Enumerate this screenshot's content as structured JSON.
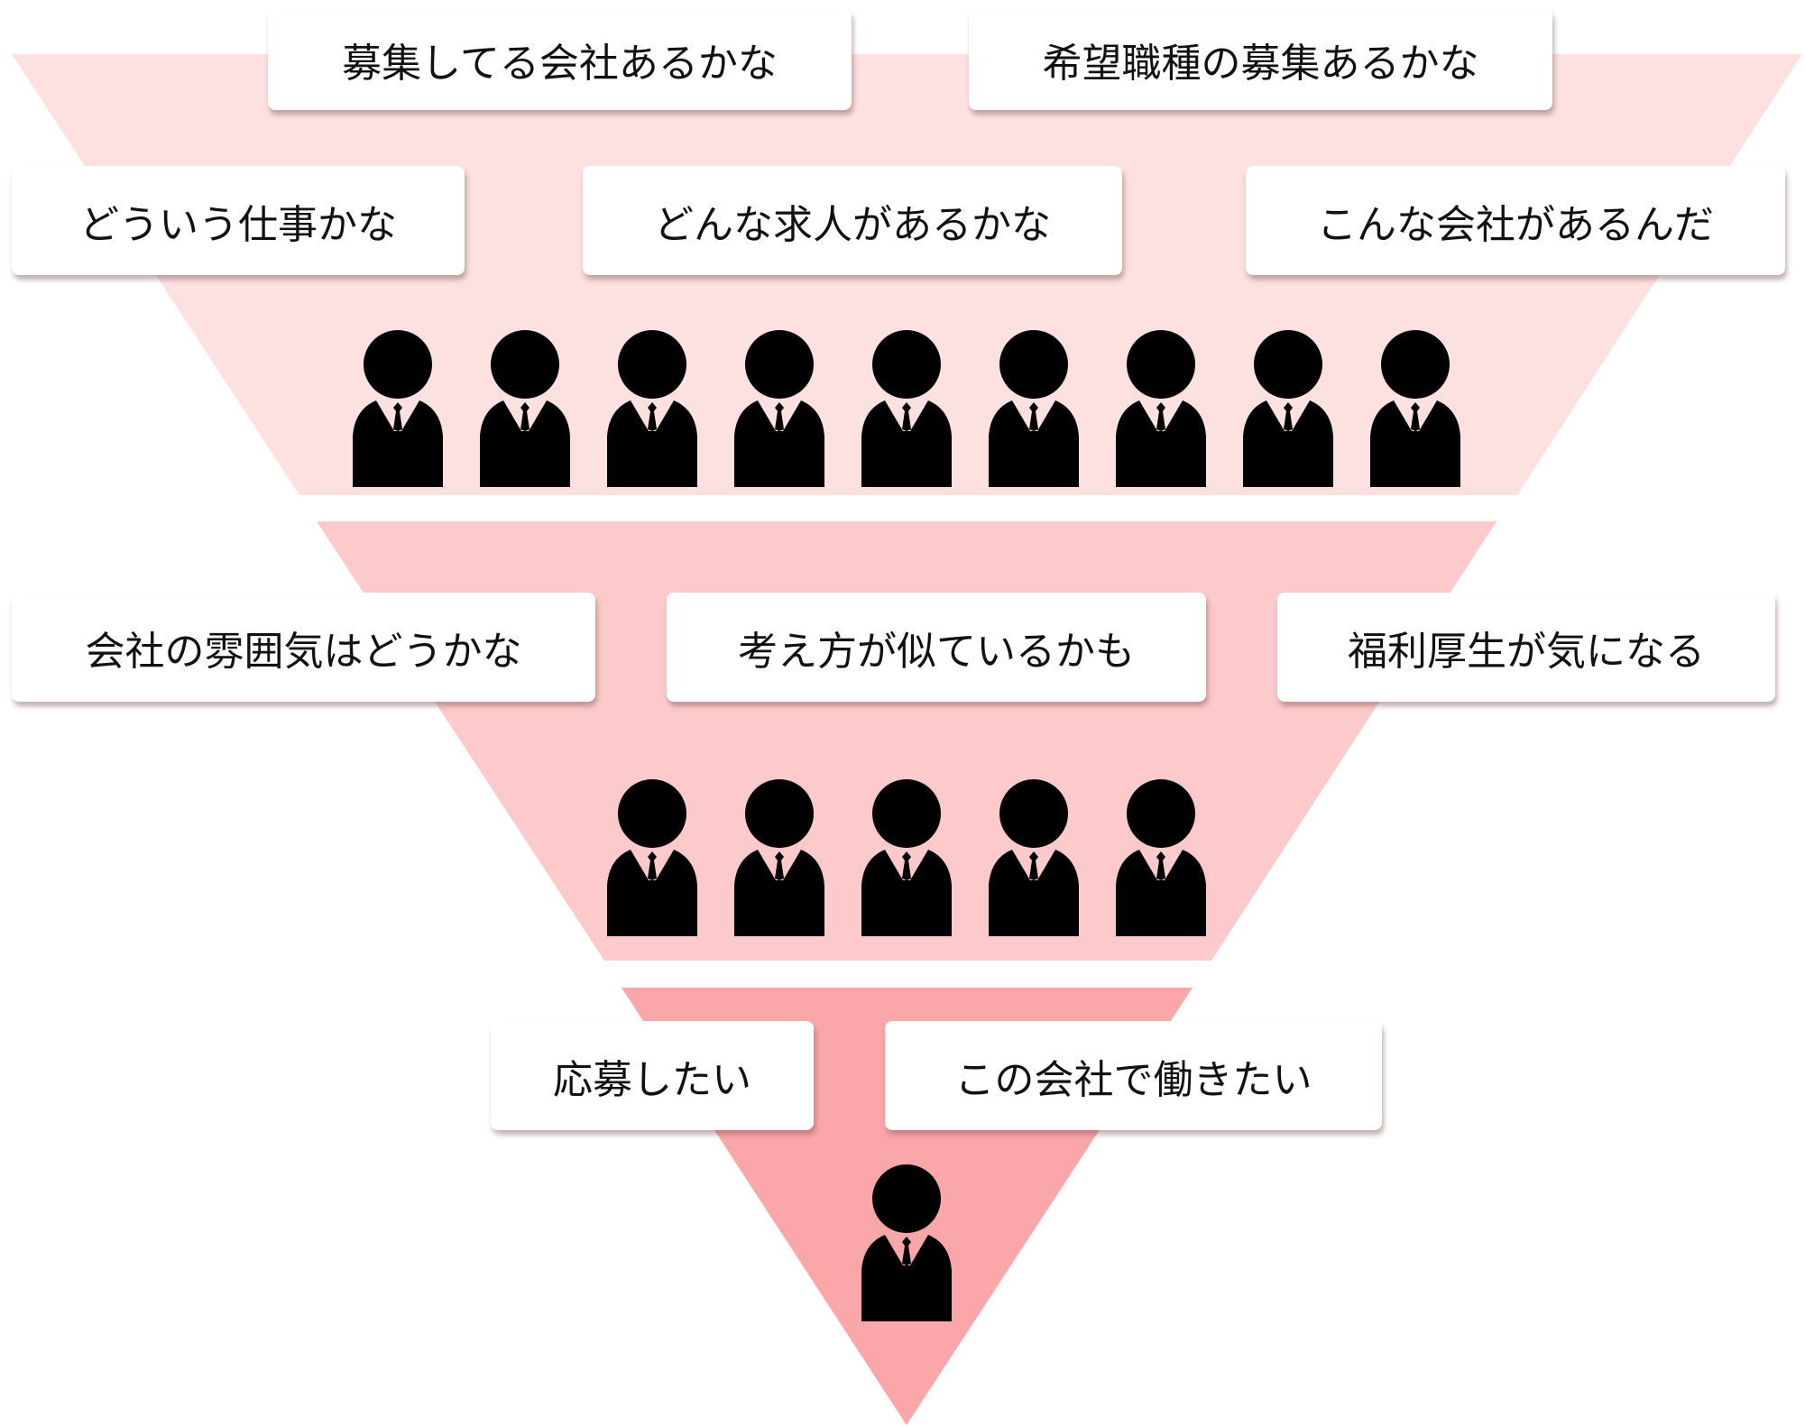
{
  "colors": {
    "stage1": "#fde0e0",
    "stage2": "#fccacb",
    "stage3": "#fba6a8",
    "person": "#000000"
  },
  "stages": [
    {
      "labels": [
        "募集してる会社あるかな",
        "希望職種の募集あるかな",
        "どういう仕事かな",
        "どんな求人があるかな",
        "こんな会社があるんだ"
      ],
      "people_count": 9
    },
    {
      "labels": [
        "会社の雰囲気はどうかな",
        "考え方が似ているかも",
        "福利厚生が気になる"
      ],
      "people_count": 5
    },
    {
      "labels": [
        "応募したい",
        "この会社で働きたい"
      ],
      "people_count": 1
    }
  ]
}
